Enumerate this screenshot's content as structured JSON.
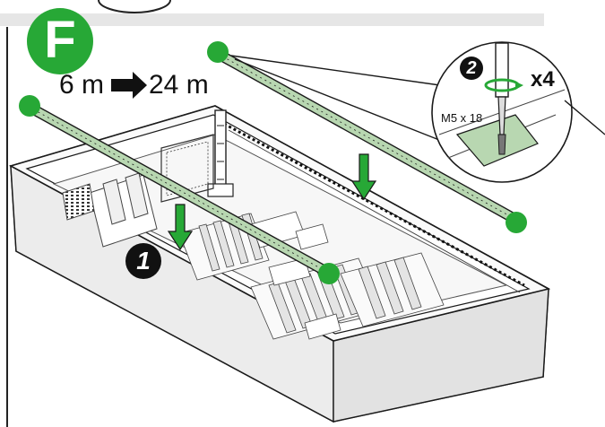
{
  "step": {
    "letter": "F"
  },
  "length": {
    "from": "6 m",
    "to": "24 m"
  },
  "callouts": {
    "one": "1",
    "two": "2"
  },
  "detail": {
    "screw_spec": "M5 x 18",
    "quantity": "x4"
  },
  "colors": {
    "accent_green": "#27a836",
    "rail_green": "#b8d7b1",
    "header_gray": "#e6e6e6",
    "line": "#1a1a1a"
  }
}
